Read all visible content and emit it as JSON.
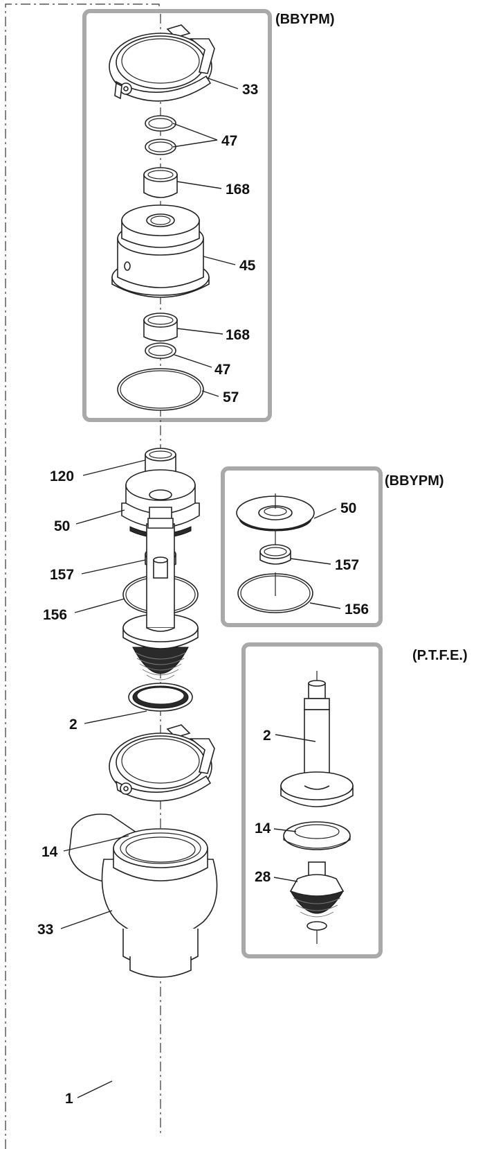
{
  "group_headers": {
    "top": "(BBYPM)",
    "middle": "(BBYPM)",
    "lower": "(P.T.F.E.)"
  },
  "callouts": {
    "clamp_top": "33",
    "seal_pair": "47",
    "bushing_upper": "168",
    "housing": "45",
    "bushing_lower": "168",
    "seal_lower": "47",
    "oring_large": "57",
    "bushing_120": "120",
    "cover_main": "50",
    "ring_157": "157",
    "oring_156": "156",
    "stem_main": "2",
    "seat_14": "14",
    "clamp_bottom": "33",
    "body": "1",
    "alt_cover": "50",
    "alt_ring_157": "157",
    "alt_oring_156": "156",
    "ptfe_stem": "2",
    "ptfe_seat": "14",
    "ptfe_plug": "28"
  }
}
